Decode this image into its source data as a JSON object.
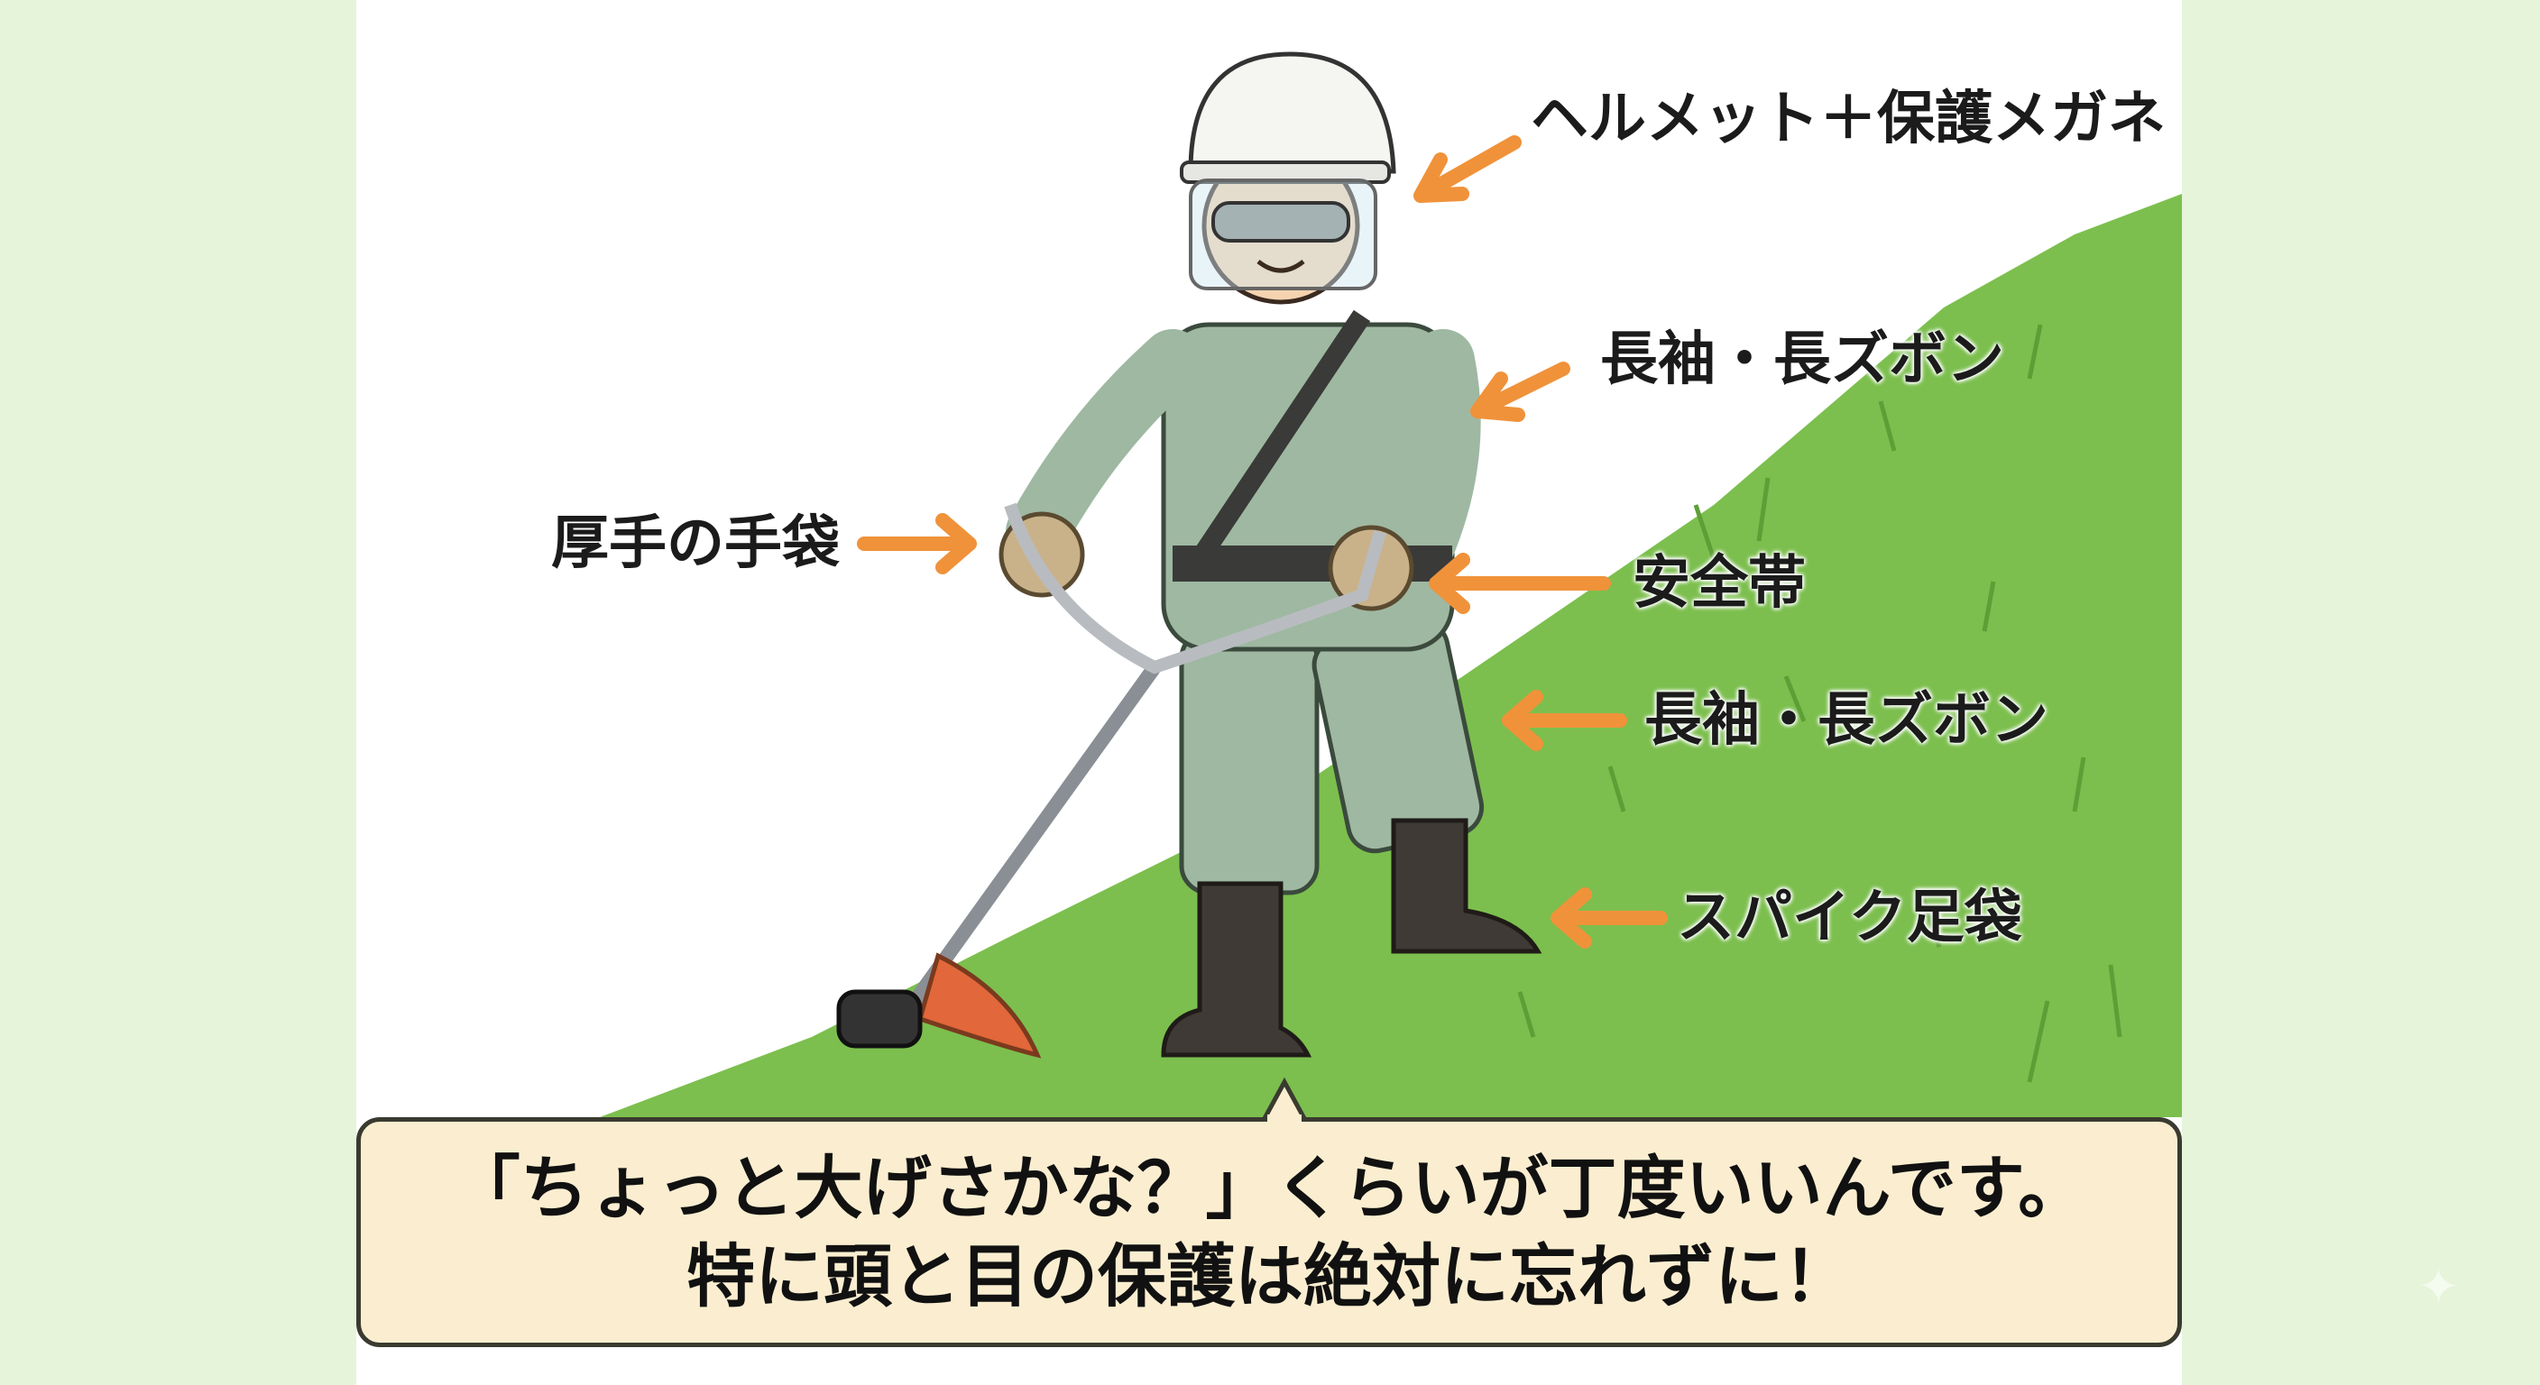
{
  "labels": {
    "helmet": "ヘルメット＋保護メガネ",
    "sleeves_upper": "長袖・長ズボン",
    "gloves": "厚手の手袋",
    "harness": "安全帯",
    "sleeves_lower": "長袖・長ズボン",
    "spike_tabi": "スパイク足袋"
  },
  "callout": {
    "line1": "「ちょっと大げさかな？」くらいが丁度いいんです。",
    "line2": "特に頭と目の保護は絶対に忘れずに！"
  },
  "colors": {
    "background": "#e6f4da",
    "grass": "#7cbf4e",
    "arrow": "#f0923a",
    "callout_bg": "#fbeed0",
    "workwear": "#9fb8a2"
  }
}
